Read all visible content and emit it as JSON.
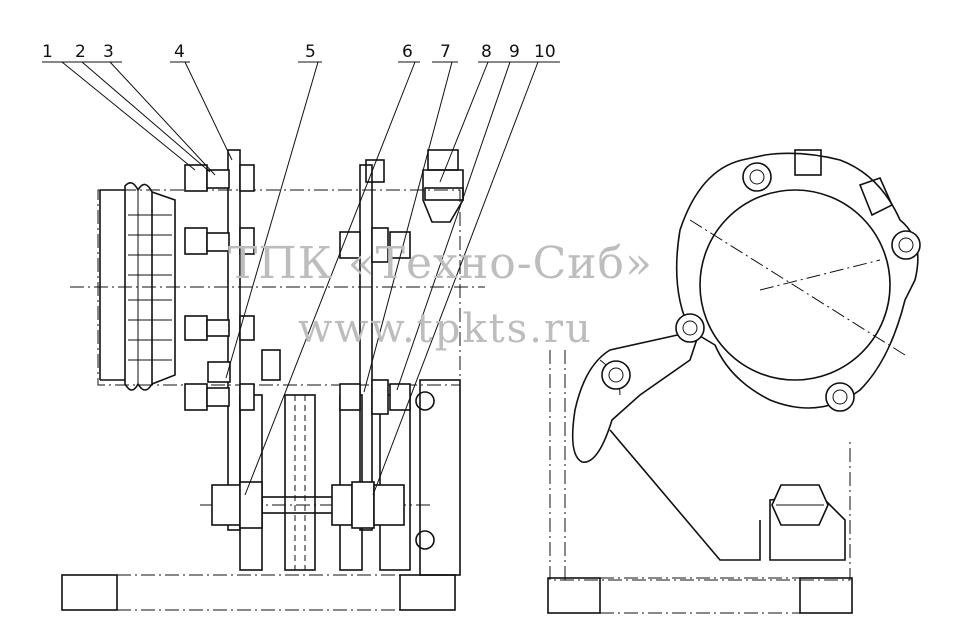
{
  "drawing": {
    "callouts": [
      "1",
      "2",
      "3",
      "4",
      "5",
      "6",
      "7",
      "8",
      "9",
      "10"
    ],
    "watermark_line1": "ТПК «Техно-Сиб»",
    "watermark_line2": "www.tpkts.ru"
  }
}
